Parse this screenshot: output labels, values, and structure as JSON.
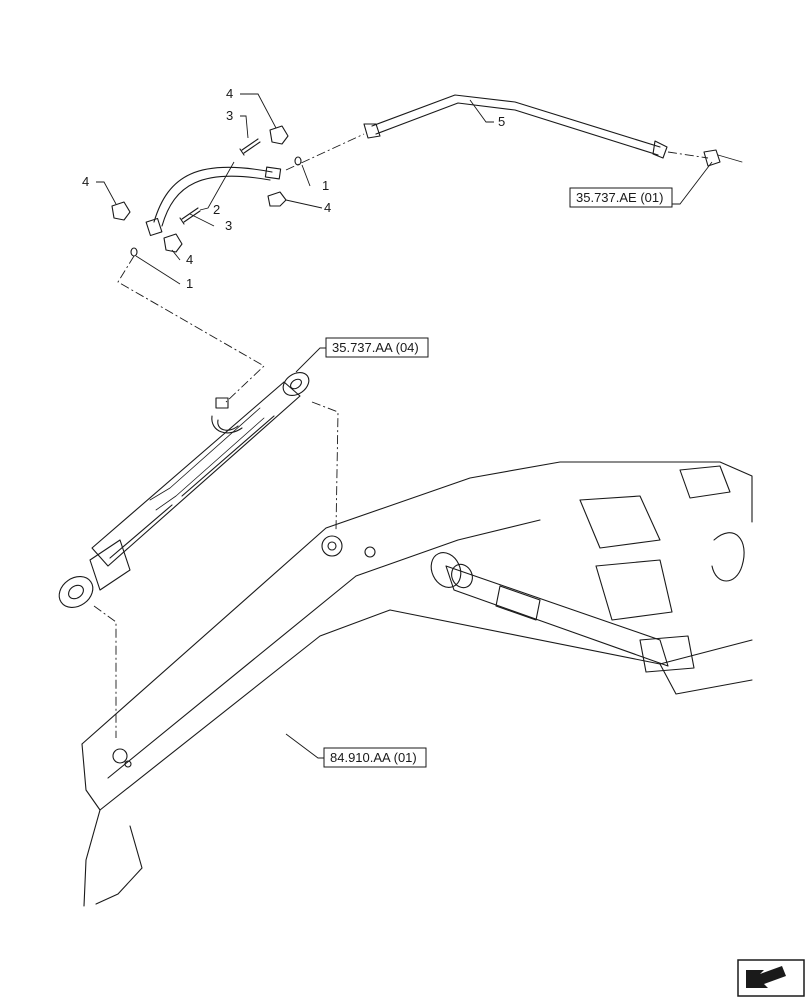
{
  "callouts": {
    "c1a": "1",
    "c1b": "1",
    "c2": "2",
    "c3a": "3",
    "c3b": "3",
    "c4a": "4",
    "c4b": "4",
    "c4c": "4",
    "c4d": "4",
    "c5": "5"
  },
  "references": {
    "ref_ae": "35.737.AE (01)",
    "ref_aa": "35.737.AA (04)",
    "ref_boom": "84.910.AA (01)"
  },
  "icons": {
    "nav": "arrow-icon"
  }
}
